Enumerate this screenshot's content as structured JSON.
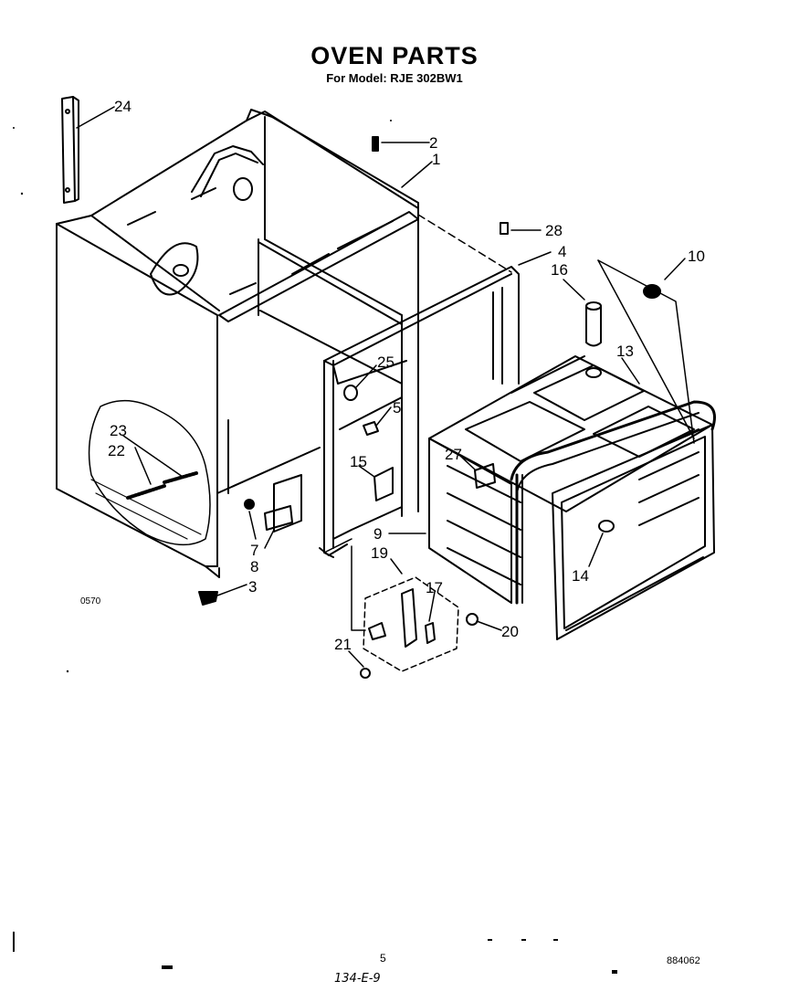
{
  "title": "OVEN PARTS",
  "subtitle": "For Model: RJE 302BW1",
  "corner_code": "0570",
  "page_number": "5",
  "doc_number": "884062",
  "handwritten_note": "134-E-9",
  "callouts": {
    "c1": "1",
    "c2": "2",
    "c3": "3",
    "c4": "4",
    "c5": "5",
    "c7": "7",
    "c8": "8",
    "c9": "9",
    "c10": "10",
    "c13": "13",
    "c14": "14",
    "c15": "15",
    "c16": "16",
    "c17": "17",
    "c19": "19",
    "c20": "20",
    "c21": "21",
    "c22": "22",
    "c23": "23",
    "c24": "24",
    "c25": "25",
    "c27": "27",
    "c28": "28"
  }
}
